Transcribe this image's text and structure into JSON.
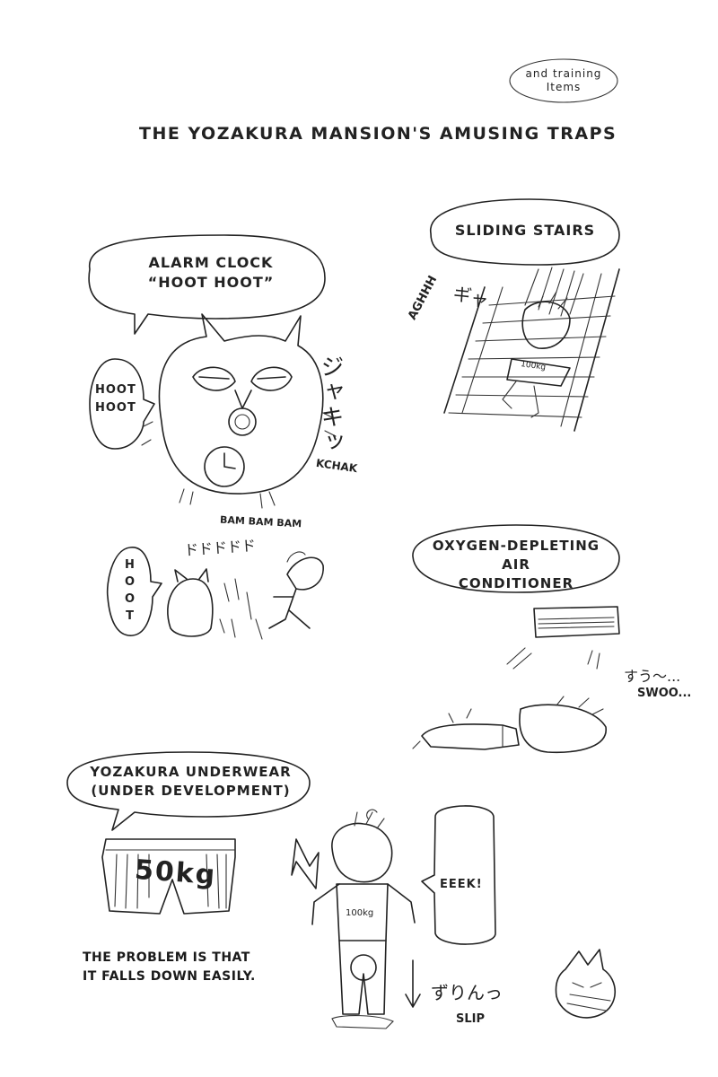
{
  "header": {
    "note": "and training\nItems",
    "title": "THE YOZAKURA MANSION'S AMUSING TRAPS"
  },
  "owl_panel": {
    "bubble": "ALARM CLOCK\n“HOOT HOOT”",
    "hoot_bubble": "HOOT\nHOOT",
    "jp_sfx": "ジャキッ",
    "kchak": "KCHAK",
    "bam": "BAM BAM BAM",
    "jp_bam": "ドドドドド",
    "hoot_vertical": "HOOT"
  },
  "stairs_panel": {
    "bubble": "SLIDING STAIRS",
    "aghhh": "AGHHH",
    "jp_gya": "ギャ",
    "shirt_label": "100kg"
  },
  "ac_panel": {
    "bubble": "OXYGEN-DEPLETING AIR\nCONDITIONER",
    "jp_suu": "すう～...",
    "swoo": "SWOO..."
  },
  "underwear_panel": {
    "bubble": "YOZAKURA UNDERWEAR\n(UNDER DEVELOPMENT)",
    "underwear_label": "50kg",
    "shirt_label": "100kg",
    "eeek": "EEEK!",
    "caption": "THE PROBLEM IS THAT\nIT FALLS DOWN EASILY.",
    "jp_zurin": "ずりんっ",
    "slip": "SLIP"
  }
}
